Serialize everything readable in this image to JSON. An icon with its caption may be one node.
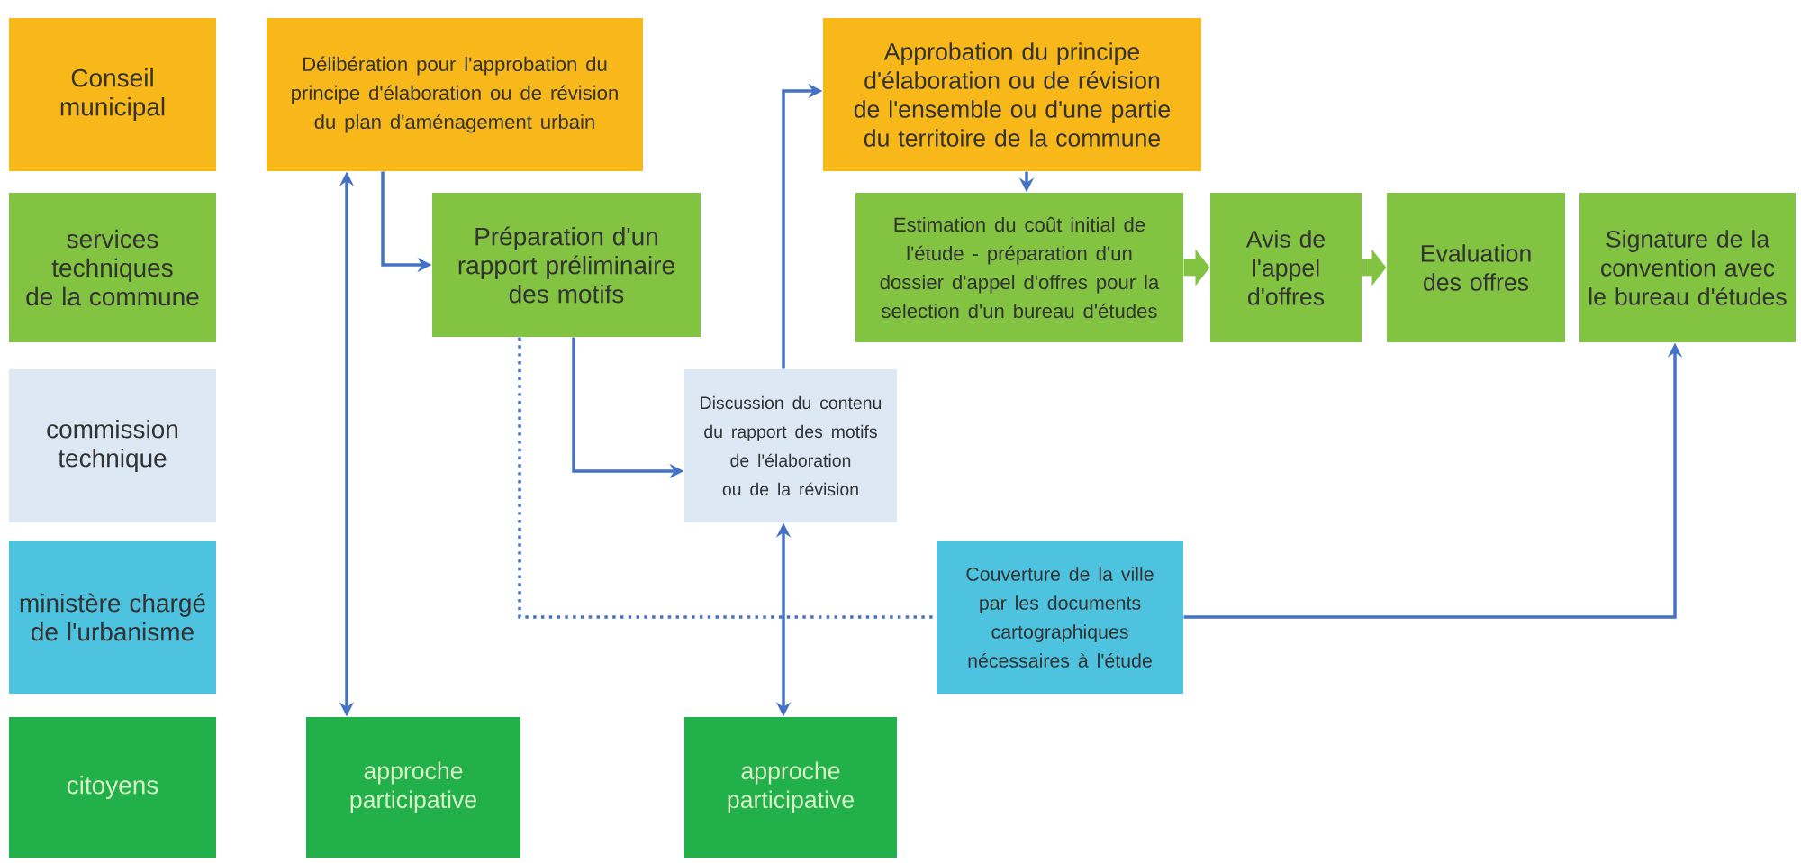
{
  "diagram": {
    "nodes": [
      {
        "text": [
          "Conseil municipal"
        ]
      },
      {
        "text": [
          "services techniques de la commune"
        ]
      },
      {
        "text": [
          "commission technique"
        ]
      },
      {
        "text": [
          "ministère chargé de l'urbanisme"
        ]
      },
      {
        "text": [
          "citoyens"
        ]
      },
      {
        "text": [
          "Délibération pour l'approbation du principe d'élaboration ou de révision du plan d'aménagement urbain"
        ]
      },
      {
        "text": [
          "Préparation d'un rapport préliminaire des motifs"
        ]
      },
      {
        "text": [
          "Approbation du principe d'élaboration ou de révision de l'ensemble ou d'une partie du territoire de la commune"
        ]
      },
      {
        "text": [
          "Estimation du coût initial de l'étude - préparation d'un dossier d'appel d'offres pour la selection d'un bureau d'études"
        ]
      },
      {
        "text": [
          "Avis de l'appel d'offres"
        ]
      },
      {
        "text": [
          "Evaluation des offres"
        ]
      },
      {
        "text": [
          "Signature de la convention avec le bureau d'études"
        ]
      },
      {
        "text": [
          "Discussion du contenu du rapport des motifs de l'élaboration ou de la révision"
        ]
      },
      {
        "text": [
          "Couverture de la ville par les documents cartographiques nécessaires à l'étude"
        ]
      },
      {
        "text": [
          "approche participative"
        ]
      },
      {
        "text": [
          "approche participative"
        ]
      }
    ],
    "edges": [
      {
        "from": 5,
        "to": 6,
        "arrow": "to"
      },
      {
        "from": 5,
        "to": 14,
        "arrow": "both"
      },
      {
        "from": 6,
        "to": 12,
        "arrow": "to"
      },
      {
        "from": 12,
        "to": 7,
        "arrow": "to"
      },
      {
        "from": 7,
        "to": 8,
        "arrow": "to"
      },
      {
        "from": 8,
        "to": 9,
        "arrow": "to",
        "style": "thick",
        "color": "#82c341"
      },
      {
        "from": 9,
        "to": 10,
        "arrow": "to",
        "style": "thick",
        "color": "#82c341"
      },
      {
        "from": 13,
        "to": 11,
        "arrow": "to"
      },
      {
        "from": 12,
        "to": 15,
        "arrow": "both"
      },
      {
        "from": 6,
        "to": 13,
        "arrow": "none",
        "style": "dashed"
      }
    ]
  }
}
